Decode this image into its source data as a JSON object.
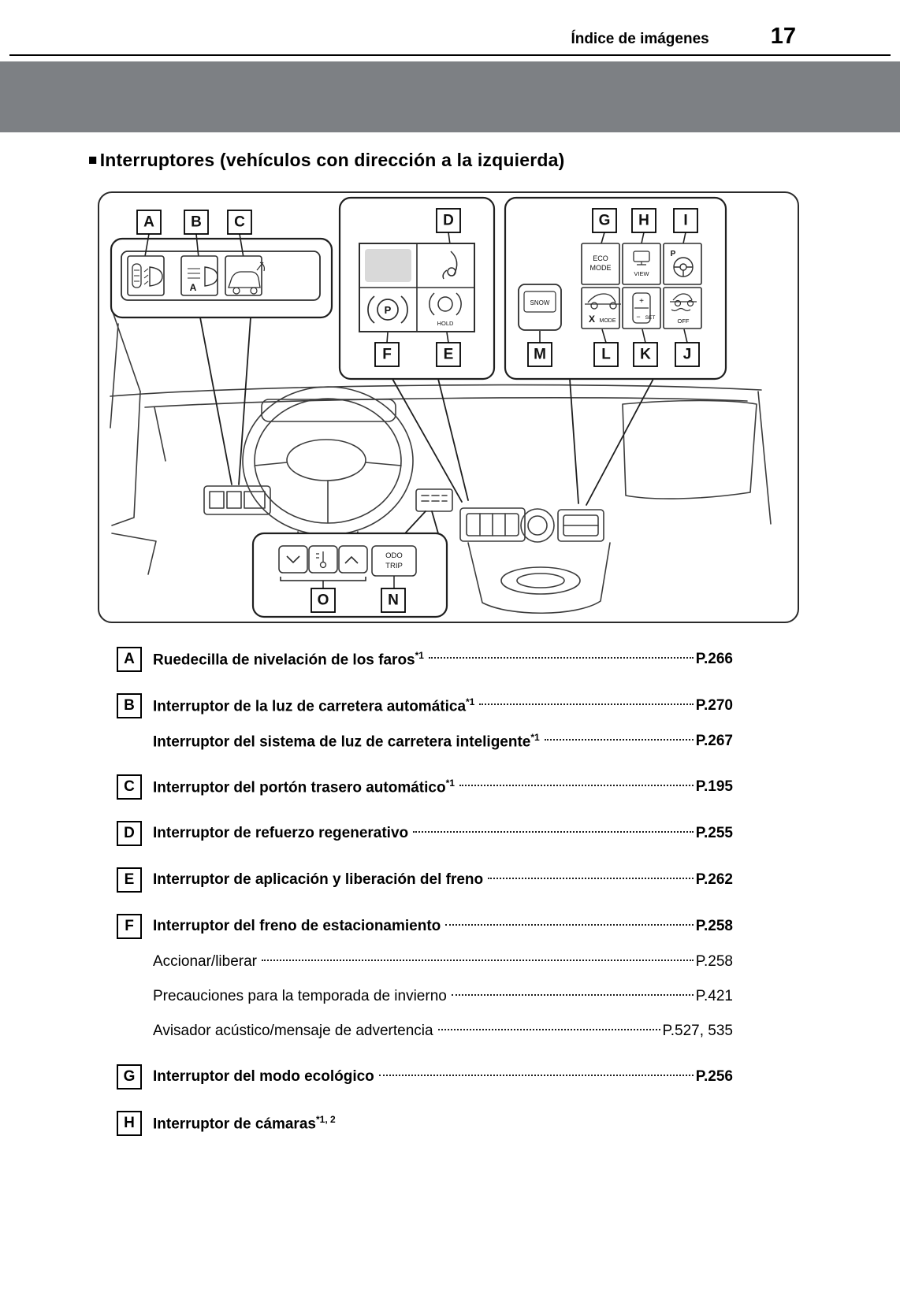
{
  "header": {
    "title": "Índice de imágenes",
    "page_number": "17"
  },
  "section": {
    "marker": "■",
    "title": "Interruptores (vehículos con dirección a la izquierda)"
  },
  "diagram": {
    "labels": {
      "a": "A",
      "b": "B",
      "c": "C",
      "d": "D",
      "e": "E",
      "f": "F",
      "g": "G",
      "h": "H",
      "i": "I",
      "j": "J",
      "k": "K",
      "l": "L",
      "m": "M",
      "n": "N",
      "o": "O"
    },
    "switches": {
      "auto_beam_a": "A",
      "eco_line1": "ECO",
      "eco_line2": "MODE",
      "view": "VIEW",
      "steer_p": "P",
      "park_p": "P",
      "hold": "HOLD",
      "snow": "SNOW",
      "xmode_x": "X",
      "xmode_mode": "MODE",
      "set_plus": "+",
      "set_minus": "−",
      "set": "SET",
      "off": "OFF",
      "odo": "ODO",
      "trip": "TRIP"
    }
  },
  "index": {
    "items": [
      {
        "letter": "A",
        "rows": [
          {
            "text": "Ruedecilla de nivelación de los faros",
            "sup": "*1",
            "page": "P.266",
            "style": "bold"
          }
        ]
      },
      {
        "letter": "B",
        "rows": [
          {
            "text": "Interruptor de la luz de carretera automática",
            "sup": "*1",
            "page": "P.270",
            "style": "bold"
          },
          {
            "text": "Interruptor del sistema de luz de carretera inteligente",
            "sup": "*1",
            "page": "P.267",
            "style": "bold"
          }
        ]
      },
      {
        "letter": "C",
        "rows": [
          {
            "text": "Interruptor del portón trasero automático",
            "sup": "*1",
            "page": "P.195",
            "style": "bold"
          }
        ]
      },
      {
        "letter": "D",
        "rows": [
          {
            "text": "Interruptor de refuerzo regenerativo",
            "sup": "",
            "page": "P.255",
            "style": "bold"
          }
        ]
      },
      {
        "letter": "E",
        "rows": [
          {
            "text": "Interruptor de aplicación y liberación del freno",
            "sup": "",
            "page": "P.262",
            "style": "bold"
          }
        ]
      },
      {
        "letter": "F",
        "rows": [
          {
            "text": "Interruptor del freno de estacionamiento",
            "sup": "",
            "page": "P.258",
            "style": "bold"
          },
          {
            "text": "Accionar/liberar",
            "sup": "",
            "page": "P.258",
            "style": "normal"
          },
          {
            "text": "Precauciones para la temporada de invierno",
            "sup": "",
            "page": "P.421",
            "style": "normal"
          },
          {
            "text": "Avisador acústico/mensaje de advertencia",
            "sup": "",
            "page": "P.527, 535",
            "style": "normal"
          }
        ]
      },
      {
        "letter": "G",
        "rows": [
          {
            "text": "Interruptor del modo ecológico",
            "sup": "",
            "page": "P.256",
            "style": "bold"
          }
        ]
      },
      {
        "letter": "H",
        "rows": [
          {
            "text": "Interruptor de cámaras",
            "sup": "*1, 2",
            "page": "",
            "style": "bold"
          }
        ]
      }
    ]
  }
}
